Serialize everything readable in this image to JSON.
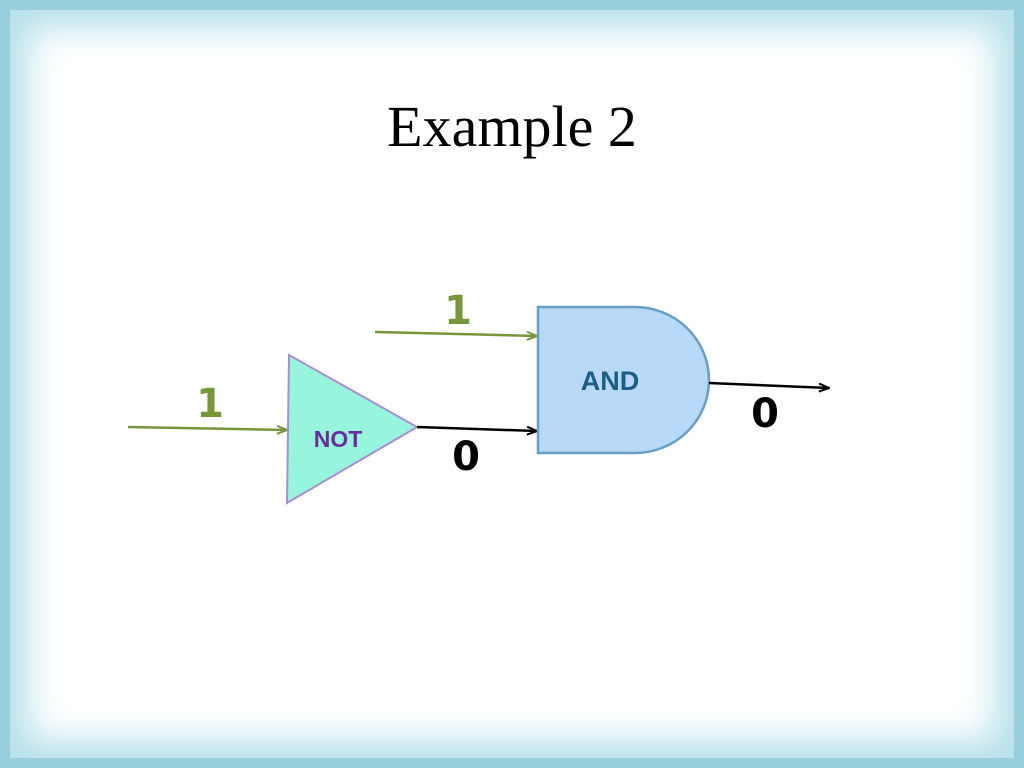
{
  "title": "Example 2",
  "colors": {
    "frame": "#98cfdd",
    "not_fill": "#98f5dd",
    "not_stroke": "#a98fcf",
    "not_text": "#6a2c9e",
    "and_fill": "#b8d8f8",
    "and_stroke": "#6a9ec2",
    "and_text": "#1c5e86",
    "input_wire": "#77963a",
    "output_wire": "#000000"
  },
  "gates": {
    "not": {
      "label": "NOT"
    },
    "and": {
      "label": "AND"
    }
  },
  "signals": {
    "not_input": "1",
    "and_top_input": "1",
    "not_output": "0",
    "and_output": "0"
  }
}
